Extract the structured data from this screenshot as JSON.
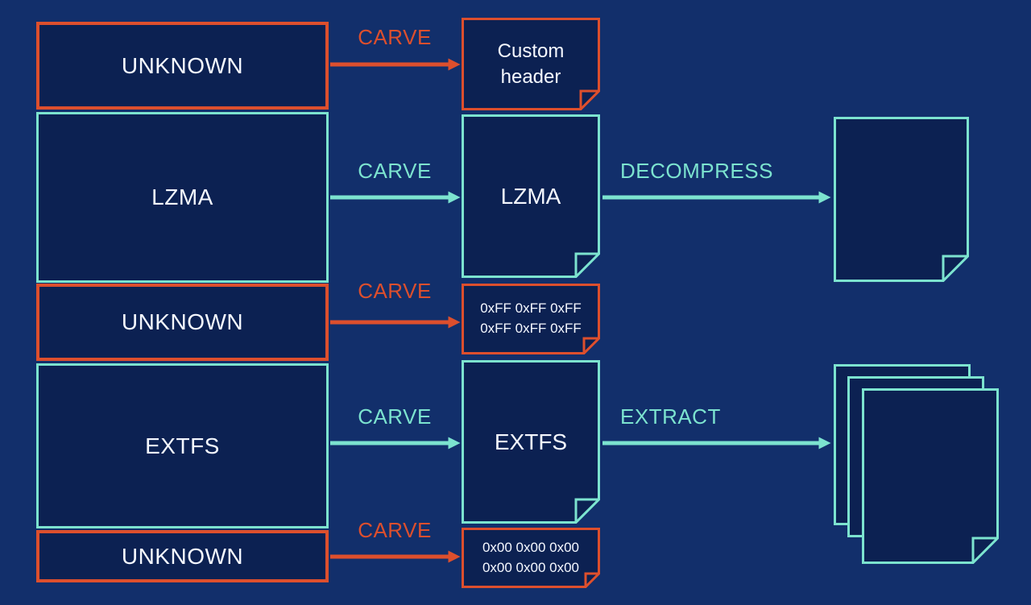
{
  "colors": {
    "background": "#122f6b",
    "block_fill": "#0c2152",
    "orange_accent": "#dd4f2d",
    "teal_accent": "#7ce3cf",
    "text": "#f5f8ff"
  },
  "source_blocks": [
    {
      "label": "UNKNOWN",
      "kind": "unknown",
      "color": "orange"
    },
    {
      "label": "LZMA",
      "kind": "known",
      "color": "teal"
    },
    {
      "label": "UNKNOWN",
      "kind": "unknown",
      "color": "orange"
    },
    {
      "label": "EXTFS",
      "kind": "known",
      "color": "teal"
    },
    {
      "label": "UNKNOWN",
      "kind": "unknown",
      "color": "orange"
    }
  ],
  "carves": [
    {
      "label": "CARVE",
      "color": "orange"
    },
    {
      "label": "CARVE",
      "color": "teal"
    },
    {
      "label": "CARVE",
      "color": "orange"
    },
    {
      "label": "CARVE",
      "color": "teal"
    },
    {
      "label": "CARVE",
      "color": "orange"
    }
  ],
  "carved_files": [
    {
      "name": "custom-header",
      "color": "orange",
      "lines": [
        "Custom",
        "header"
      ]
    },
    {
      "name": "lzma",
      "color": "teal",
      "lines": [
        "LZMA"
      ]
    },
    {
      "name": "ff-padding",
      "color": "orange",
      "lines": [
        "0xFF 0xFF 0xFF",
        "0xFF 0xFF 0xFF"
      ]
    },
    {
      "name": "extfs",
      "color": "teal",
      "lines": [
        "EXTFS"
      ]
    },
    {
      "name": "zero-padding",
      "color": "orange",
      "lines": [
        "0x00 0x00 0x00",
        "0x00 0x00 0x00"
      ]
    }
  ],
  "operations": [
    {
      "label": "DECOMPRESS",
      "color": "teal"
    },
    {
      "label": "EXTRACT",
      "color": "teal"
    }
  ]
}
